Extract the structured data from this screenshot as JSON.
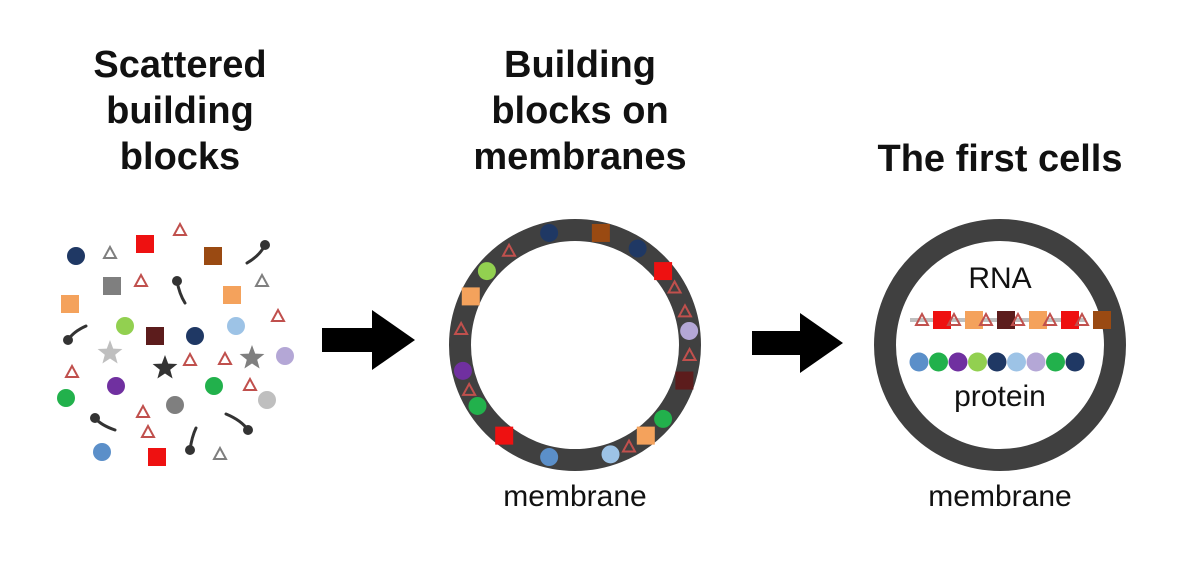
{
  "panels": [
    {
      "title_lines": [
        "Scattered",
        "building",
        "blocks"
      ]
    },
    {
      "title_lines": [
        "Building",
        "blocks on",
        "membranes"
      ],
      "caption": "membrane"
    },
    {
      "title_lines": [
        "The first cells"
      ],
      "caption": "membrane",
      "inner_labels": {
        "rna": "RNA",
        "protein": "protein"
      }
    }
  ],
  "colors": {
    "navy": "#1f3864",
    "red": "#ee1111",
    "brown": "#9a4a12",
    "maroon": "#5c1c1c",
    "orange": "#f4a25c",
    "green": "#22b14c",
    "lime": "#92d050",
    "purple": "#7030a0",
    "lavender": "#b4a7d6",
    "lightblue": "#9dc3e6",
    "steelblue": "#5b8fc9",
    "gray": "#7f7f7f",
    "lightgray": "#bfbfbf",
    "dark": "#333333",
    "triangle": "#c0504d",
    "membrane": "#404040",
    "arrow": "#000000"
  },
  "icons": [
    "circle-block",
    "square-block",
    "triangle-block",
    "star-block",
    "lipid-tail-block",
    "right-arrow"
  ]
}
